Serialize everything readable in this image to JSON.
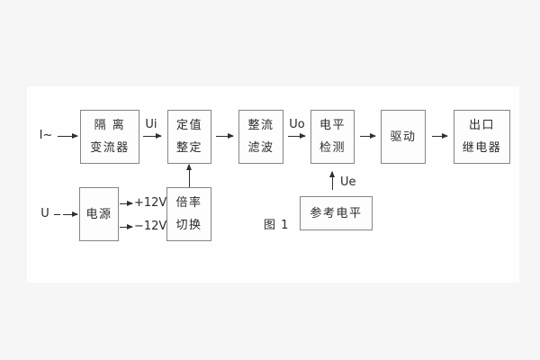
{
  "figure": {
    "caption": "图 1",
    "type": "functional-block-diagram"
  },
  "colors": {
    "page_bg": "#f6f6f6",
    "panel_bg": "#fefefe",
    "box_border": "#858585",
    "line": "#2f2f2f",
    "text": "#2b2b2b"
  },
  "inputs": {
    "current_label": "I~",
    "voltage_label": "U"
  },
  "signals": {
    "ui_label": "Ui",
    "uo_label": "Uo",
    "ue_label": "Ue",
    "pos_rail_label": "+12V",
    "neg_rail_label": "−12V"
  },
  "blocks": {
    "isolation_transformer": {
      "line1": "隔 离",
      "line2": "变流器"
    },
    "setpoint_setting": {
      "line1": "定值",
      "line2": "整定"
    },
    "rectify_filter": {
      "line1": "整流",
      "line2": "滤波"
    },
    "level_detection": {
      "line1": "电平",
      "line2": "检测"
    },
    "drive": {
      "label": "驱动"
    },
    "output_relay": {
      "line1": "出口",
      "line2": "继电器"
    },
    "power_supply": {
      "label": "电源"
    },
    "ratio_switching": {
      "line1": "倍率",
      "line2": "切换"
    },
    "reference_level": {
      "label": "参考电平"
    }
  }
}
